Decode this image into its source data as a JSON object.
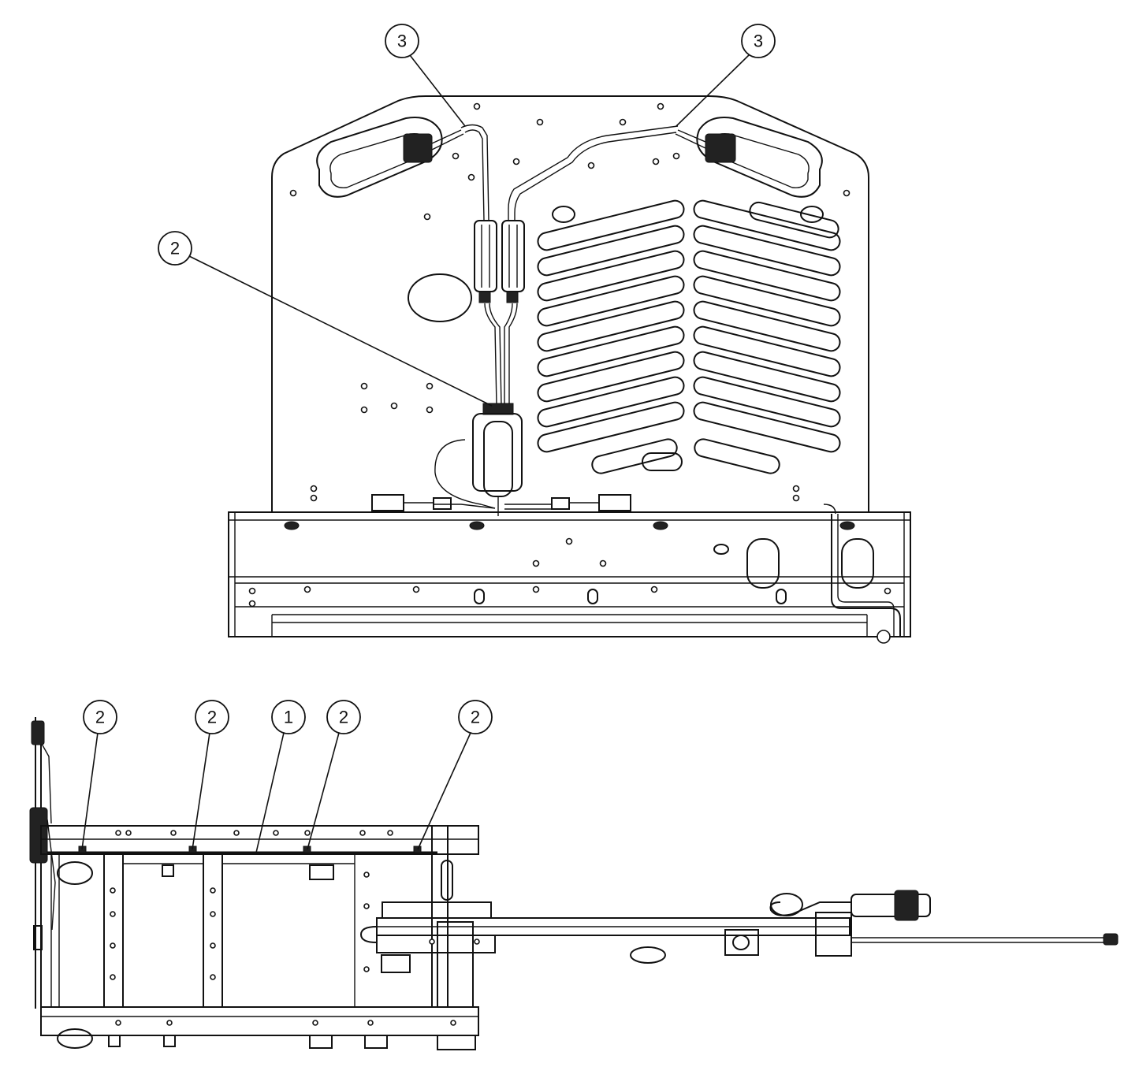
{
  "callouts": {
    "top_wire_left": "3",
    "top_wire_right": "3",
    "top_clip": "2",
    "side_clip_1": "2",
    "side_clip_2": "2",
    "side_harness": "1",
    "side_clip_3": "2",
    "side_clip_4": "2"
  },
  "colors": {
    "line": "#111111",
    "background": "#ffffff"
  }
}
